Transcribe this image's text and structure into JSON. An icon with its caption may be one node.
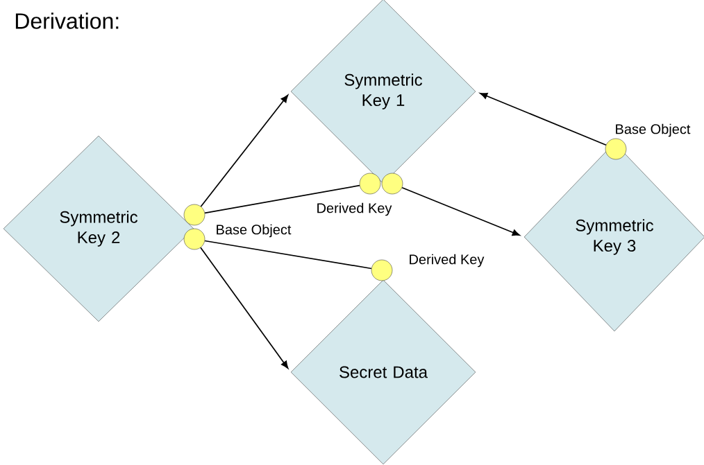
{
  "diagram": {
    "title": "Derivation:",
    "nodes": [
      {
        "text": [
          "Symmetric Key 1"
        ]
      },
      {
        "text": [
          "Symmetric Key 2"
        ]
      },
      {
        "text": [
          "Symmetric Key 3"
        ]
      },
      {
        "text": [
          "Secret Data"
        ]
      },
      {
        "text": [],
        "shape": "circle"
      },
      {
        "text": [],
        "shape": "circle",
        "beside": [
          "Base Object"
        ]
      },
      {
        "text": [],
        "shape": "circle"
      },
      {
        "text": [],
        "shape": "circle",
        "beside": [
          "Derived Key"
        ]
      },
      {
        "text": [],
        "shape": "circle",
        "beside": [
          "Base Object"
        ]
      },
      {
        "text": [],
        "shape": "circle",
        "beside": [
          "Derived Key"
        ]
      }
    ],
    "edges": [
      {
        "from": 4,
        "to": 0,
        "arrow": "to"
      },
      {
        "from": 5,
        "to": 3,
        "arrow": "to"
      },
      {
        "from": 4,
        "to": 6,
        "arrow": "none"
      },
      {
        "from": 5,
        "to": 9,
        "arrow": "none"
      },
      {
        "from": 7,
        "to": 2,
        "arrow": "to"
      },
      {
        "from": 8,
        "to": 0,
        "arrow": "to"
      }
    ]
  }
}
